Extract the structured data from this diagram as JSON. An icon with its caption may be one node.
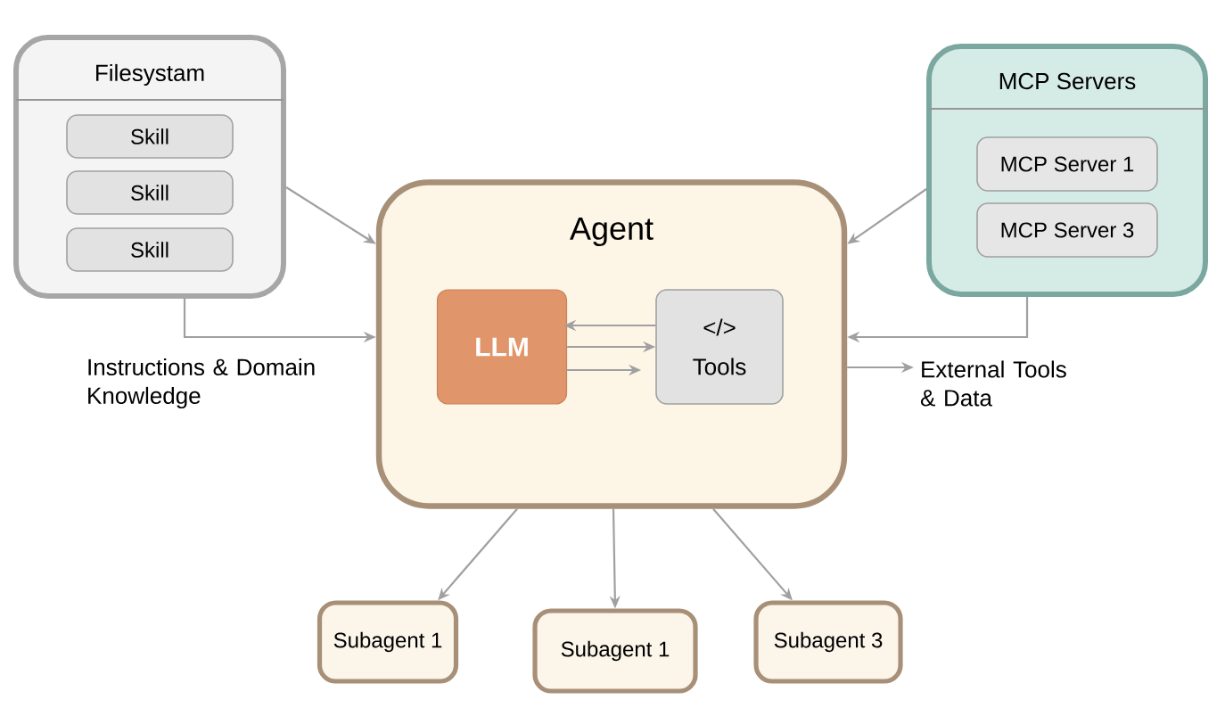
{
  "diagram": {
    "nodes": [
      {
        "text": [
          "Filesystam"
        ]
      },
      {
        "text": [
          "Skill"
        ],
        "in": 0
      },
      {
        "text": [
          "Skill"
        ],
        "in": 0
      },
      {
        "text": [
          "Skill"
        ],
        "in": 0
      },
      {
        "text": [
          "MCP Servers"
        ]
      },
      {
        "text": [
          "MCP Server 1"
        ],
        "in": 4
      },
      {
        "text": [
          "MCP Server 3"
        ],
        "in": 4
      },
      {
        "text": [
          "Agent"
        ]
      },
      {
        "text": [
          "LLM"
        ],
        "in": 7
      },
      {
        "text": [
          "</>",
          "Tools"
        ],
        "in": 7
      },
      {
        "text": [
          "Subagent 1"
        ]
      },
      {
        "text": [
          "Subagent 1"
        ]
      },
      {
        "text": [
          "Subagent 3"
        ]
      },
      {
        "text": [
          "External Tools & Data"
        ]
      }
    ],
    "edges": [
      {
        "from": 0,
        "to": 7,
        "arrow": "to"
      },
      {
        "from": 0,
        "to": 7,
        "arrow": "to",
        "label": "Instructions & Domain Knowledge"
      },
      {
        "from": 4,
        "to": 7,
        "arrow": "to"
      },
      {
        "from": 4,
        "to": 7,
        "arrow": "to"
      },
      {
        "from": 9,
        "to": 8,
        "arrow": "to"
      },
      {
        "from": 8,
        "to": 9,
        "arrow": "to"
      },
      {
        "from": 8,
        "to": 9,
        "arrow": "to"
      },
      {
        "from": 7,
        "to": 13,
        "arrow": "to"
      },
      {
        "from": 7,
        "to": 10,
        "arrow": "to"
      },
      {
        "from": 7,
        "to": 11,
        "arrow": "to"
      },
      {
        "from": 7,
        "to": 12,
        "arrow": "to"
      }
    ]
  }
}
